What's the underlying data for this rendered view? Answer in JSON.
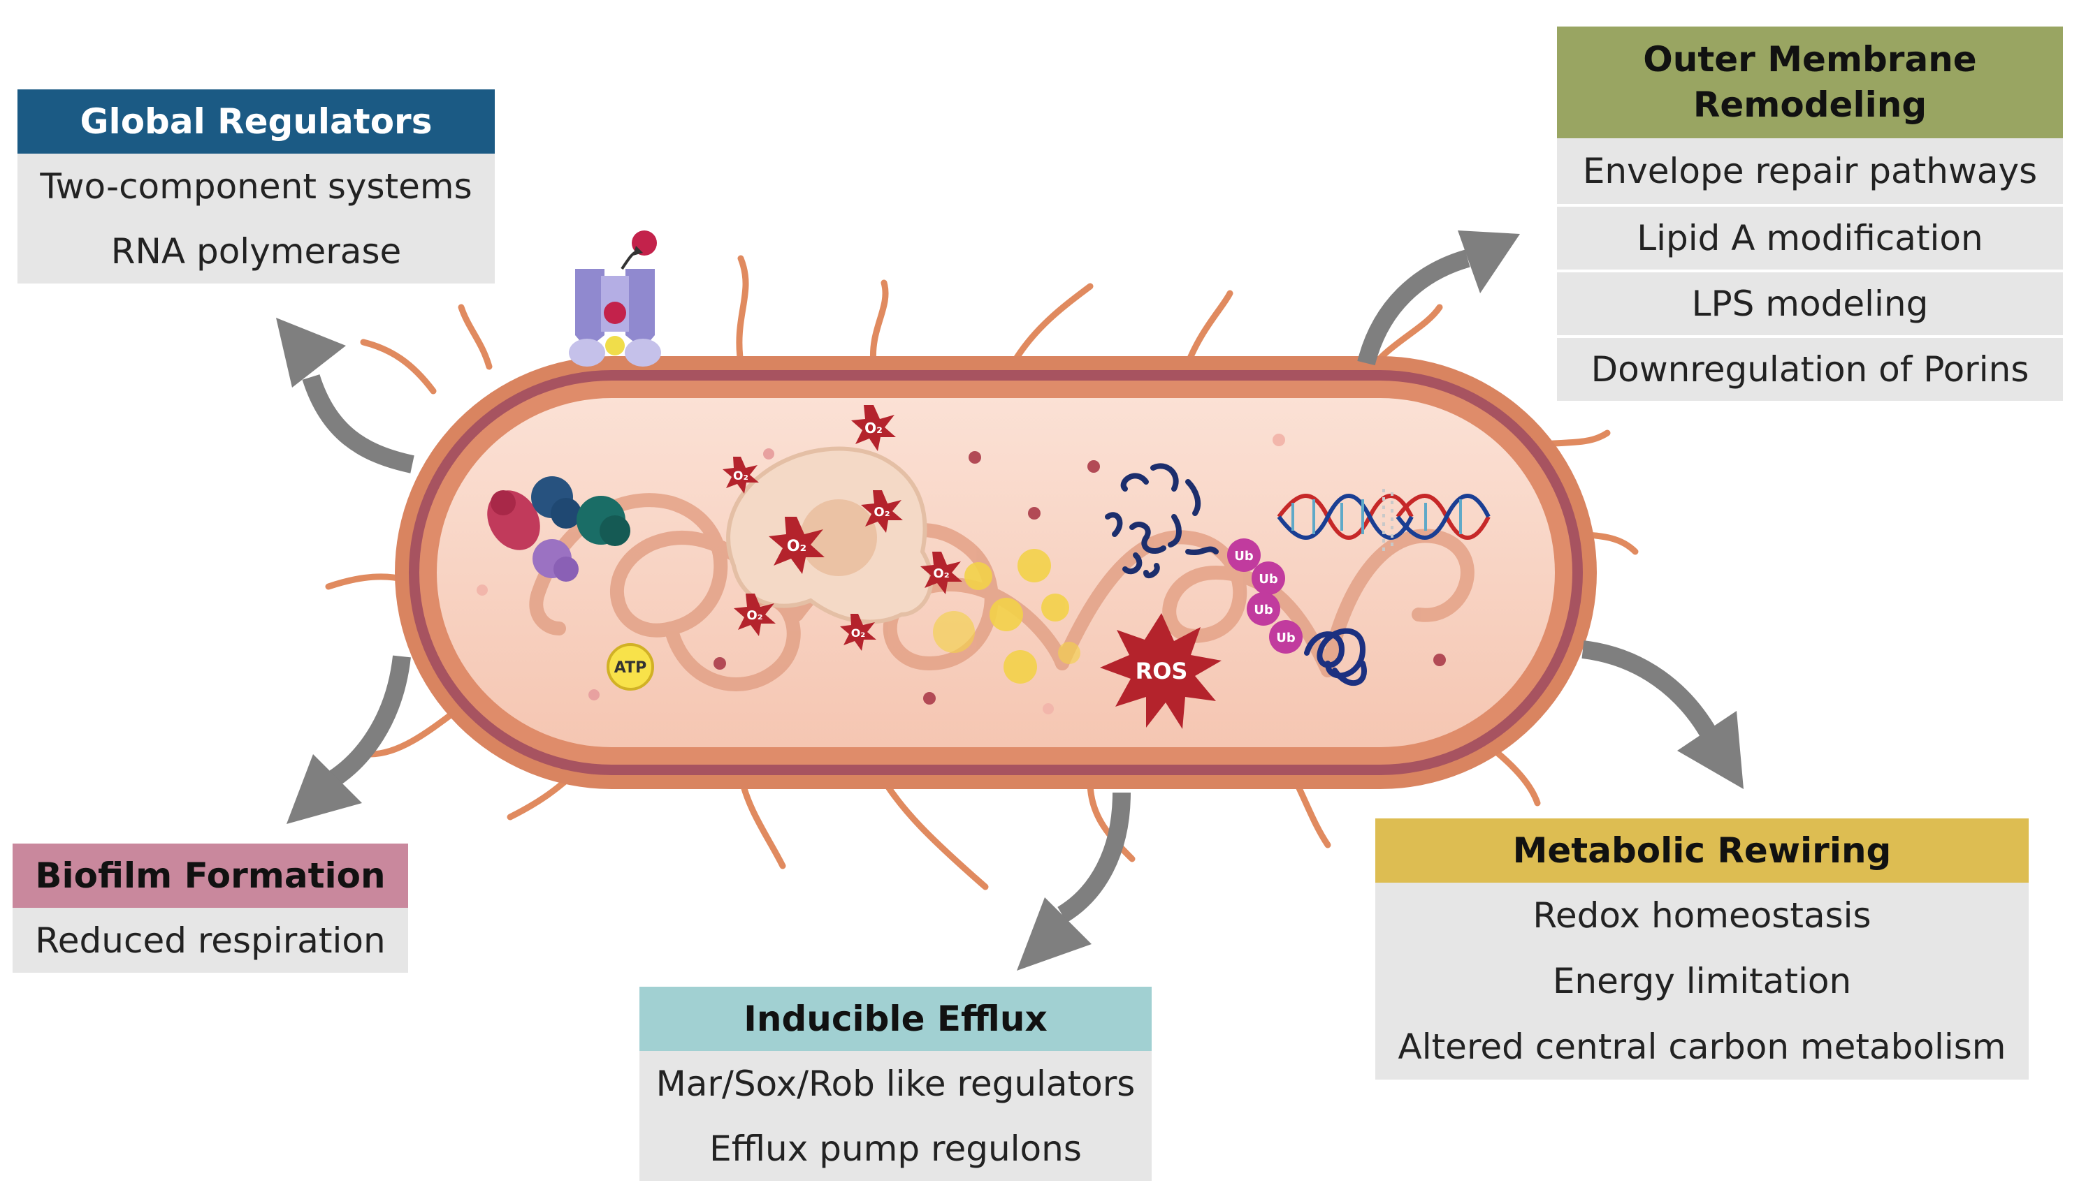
{
  "boxes": {
    "global": {
      "title": "Global Regulators",
      "items": [
        "Two-component systems",
        "RNA polymerase"
      ],
      "color": "#1b5a84"
    },
    "outer": {
      "title_line1": "Outer Membrane",
      "title_line2": "Remodeling",
      "items": [
        "Envelope repair pathways",
        "Lipid A modification",
        "LPS modeling",
        "Downregulation of Porins"
      ],
      "color": "#99a562"
    },
    "biofilm": {
      "title": "Biofilm Formation",
      "items": [
        "Reduced respiration"
      ],
      "color": "#c9889d"
    },
    "efflux": {
      "title": "Inducible Efflux",
      "items": [
        "Mar/Sox/Rob like regulators",
        "Efflux pump regulons"
      ],
      "color": "#a1d0d2"
    },
    "metabolic": {
      "title": "Metabolic Rewiring",
      "items": [
        "Redox homeostasis",
        "Energy limitation",
        "Altered central carbon metabolism"
      ],
      "color": "#ddbd52"
    }
  },
  "cell": {
    "atp_label": "ATP",
    "ros_label": "ROS",
    "o2_label": "O₂",
    "ub_label": "Ub",
    "membrane_color": "#d98460",
    "cytoplasm_color": "#f8d2c3",
    "arrow_color": "#808080"
  }
}
